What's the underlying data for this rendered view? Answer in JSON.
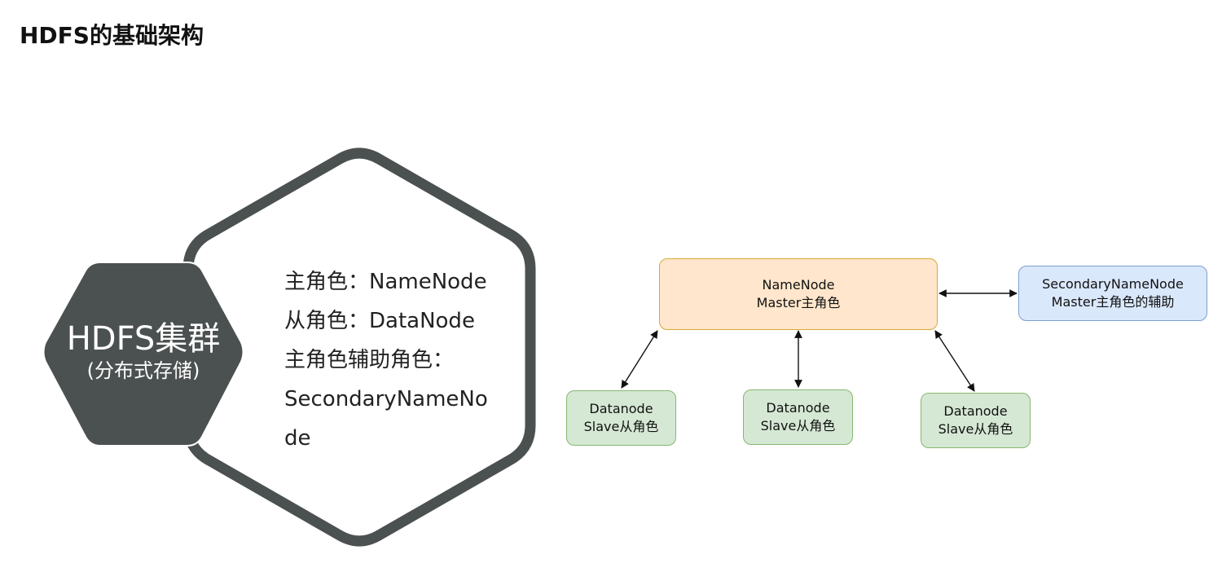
{
  "page": {
    "title": "HDFS的基础架构"
  },
  "cluster": {
    "title": "HDFS集群",
    "subtitle": "(分布式存储)"
  },
  "roles": {
    "line1": "主角色：NameNode",
    "line2": "从角色：DataNode",
    "line3": "主角色辅助角色：",
    "line4": "SecondaryNameNo",
    "line5": "de"
  },
  "nodes": {
    "namenode": {
      "line1": "NameNode",
      "line2": "Master主角色"
    },
    "secondary": {
      "line1": "SecondaryNameNode",
      "line2": "Master主角色的辅助"
    },
    "datanode1": {
      "line1": "Datanode",
      "line2": "Slave从角色"
    },
    "datanode2": {
      "line1": "Datanode",
      "line2": "Slave从角色"
    },
    "datanode3": {
      "line1": "Datanode",
      "line2": "Slave从角色"
    }
  },
  "colors": {
    "hexagon_fill": "#4b5150",
    "hexagon_outline": "#4b5150",
    "namenode_fill": "#ffe6cc",
    "secondary_fill": "#dae8fc",
    "datanode_fill": "#d5e8d4",
    "arrow": "#111111"
  }
}
